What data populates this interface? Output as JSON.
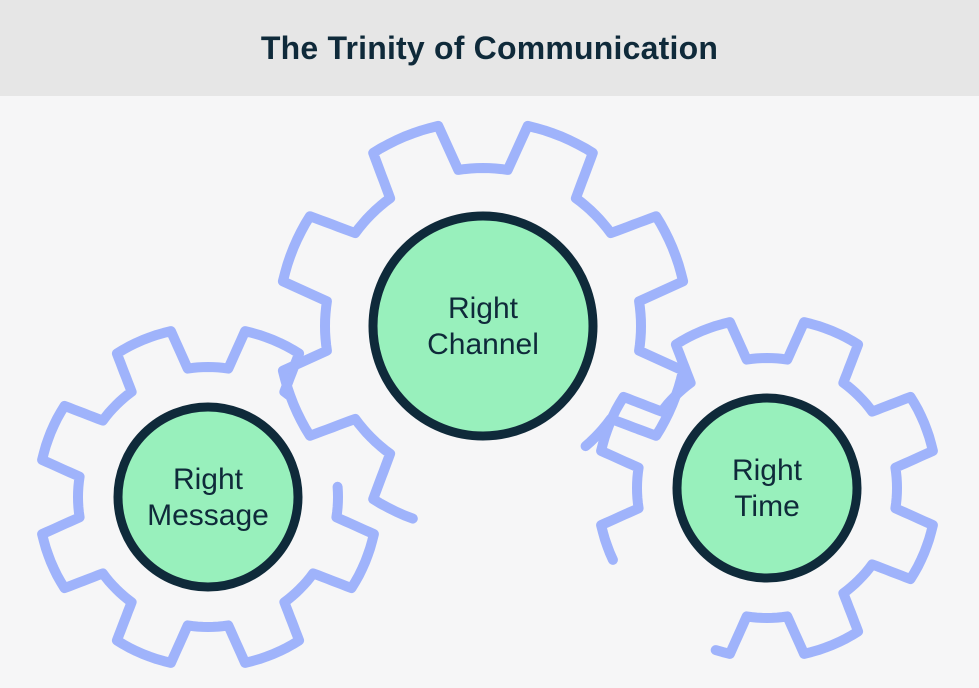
{
  "title": "The Trinity of Communication",
  "colors": {
    "header_bg": "#e6e6e6",
    "page_bg": "#f6f6f7",
    "gear_stroke": "#9fb3fb",
    "hub_fill": "#98f0bc",
    "hub_stroke": "#0f2a3a",
    "text": "#0f2a3a"
  },
  "gears": [
    {
      "id": "message",
      "lines": [
        "Right",
        "Message"
      ]
    },
    {
      "id": "channel",
      "lines": [
        "Right",
        "Channel"
      ]
    },
    {
      "id": "time",
      "lines": [
        "Right",
        "Time"
      ]
    }
  ]
}
